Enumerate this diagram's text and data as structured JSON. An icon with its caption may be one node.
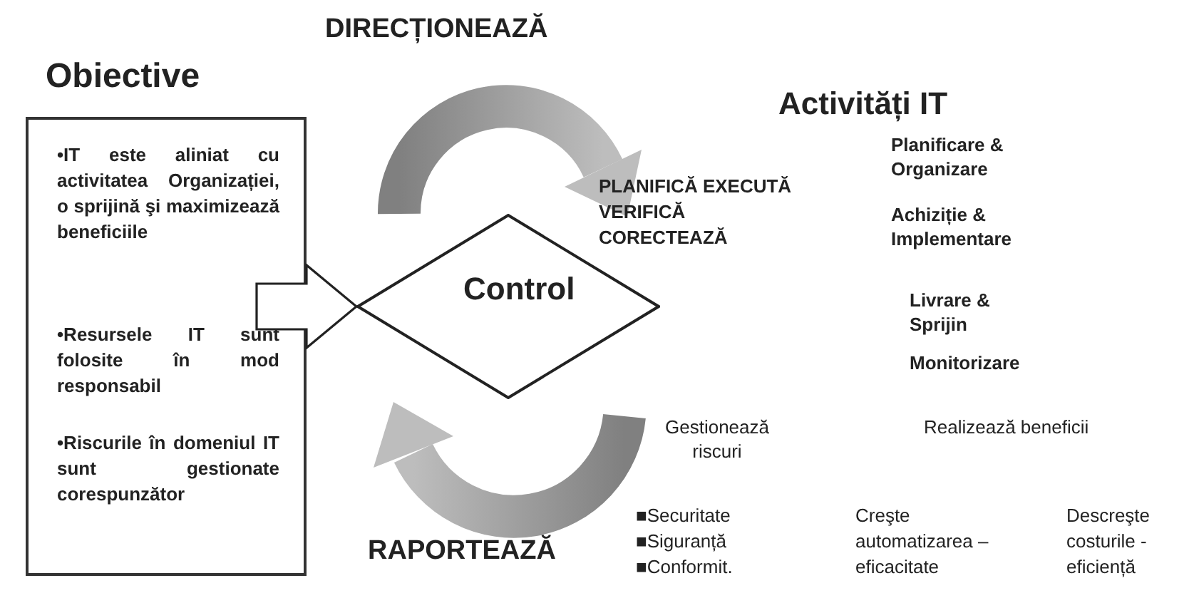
{
  "diagram": {
    "nodes": [
      {
        "text": [
          "Obiective",
          "•IT este aliniat cu activitatea Organizației, o sprijină şi maximizează beneficiile",
          "•Resursele IT sunt folosite în mod responsabil",
          "•Riscurile în domeniul IT sunt gestionate corespunzător"
        ]
      },
      {
        "text": [
          "Control"
        ]
      }
    ],
    "edges": [
      {
        "from": 0,
        "to": 1,
        "arrow": "to"
      }
    ],
    "labels": [
      "DIRECȚIONEAZĂ",
      "PLANIFICĂ EXECUTĂ VERIFICĂ CORECTEAZĂ",
      "Activități IT",
      "Planificare & Organizare",
      "Achiziție & Implementare",
      "Livrare & Sprijin",
      "Monitorizare",
      "Gestionează riscuri",
      "Realizează beneficii",
      "■Securitate ■Siguranță ■Conformit.",
      "Creşte automatizarea – eficacitate",
      "Descreşte costurile - eficiență",
      "RAPORTEAZĂ"
    ]
  }
}
